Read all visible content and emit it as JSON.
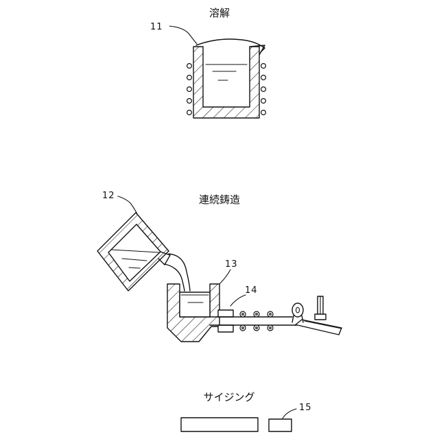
{
  "headings": {
    "melting": "溶解",
    "continuous_casting": "連続鋳造",
    "sizing": "サイジング"
  },
  "reference_numerals": {
    "furnace": "11",
    "ladle": "12",
    "tundish": "13",
    "casting_mold": "14",
    "sizing_unit": "15"
  }
}
